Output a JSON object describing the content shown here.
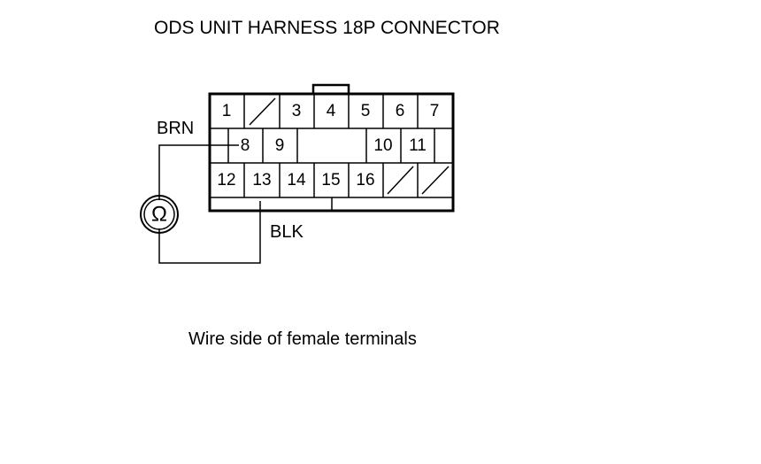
{
  "title": "ODS UNIT HARNESS 18P CONNECTOR",
  "caption": "Wire side of female terminals",
  "wires": {
    "brn": "BRN",
    "blk": "BLK"
  },
  "meter": {
    "symbol": "Ω",
    "icon": "ohmmeter-icon"
  },
  "pins": {
    "p1": "1",
    "p3": "3",
    "p4": "4",
    "p5": "5",
    "p6": "6",
    "p7": "7",
    "p8": "8",
    "p9": "9",
    "p10": "10",
    "p11": "11",
    "p12": "12",
    "p13": "13",
    "p14": "14",
    "p15": "15",
    "p16": "16"
  },
  "colors": {
    "ink": "#000000",
    "background": "#ffffff"
  }
}
